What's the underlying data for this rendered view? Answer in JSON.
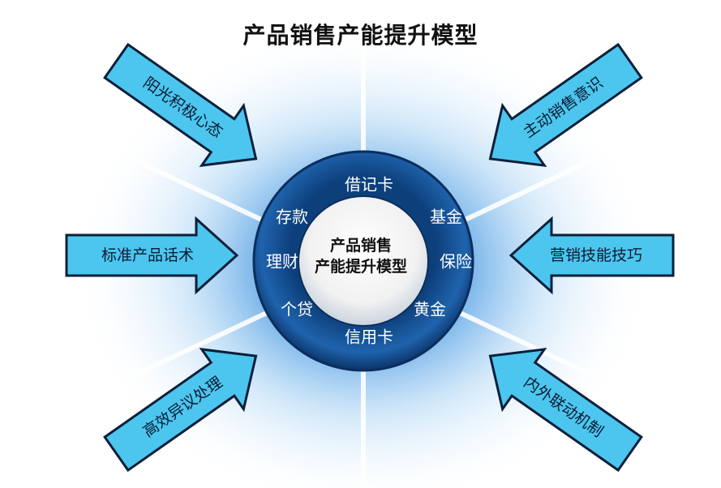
{
  "title": "产品销售产能提升模型",
  "center": {
    "line1": "产品销售",
    "line2": "产能提升模型"
  },
  "ring": [
    "借记卡",
    "基金",
    "保险",
    "黄金",
    "信用卡",
    "个贷",
    "理财",
    "存款"
  ],
  "arrows": {
    "top_left": "阳光积极心态",
    "mid_left": "标准产品话术",
    "bottom_left": "高效异议处理",
    "top_right": "主动销售意识",
    "mid_right": "营销技能技巧",
    "bottom_right": "内外联动机制"
  },
  "colors": {
    "ring_dark": "#0d3f7a",
    "ring_light": "#2f7fc8",
    "arrow_fill": "#4cc6ee",
    "arrow_edge": "#0a1f3a"
  }
}
